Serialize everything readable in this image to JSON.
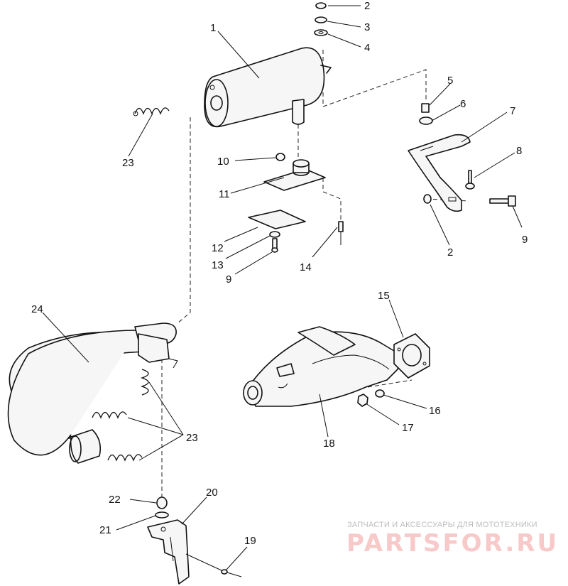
{
  "diagram": {
    "callouts": {
      "c1": "1",
      "c2a": "2",
      "c3": "3",
      "c4": "4",
      "c5": "5",
      "c6": "6",
      "c7": "7",
      "c8": "8",
      "c9a": "9",
      "c2b": "2",
      "c10": "10",
      "c11": "11",
      "c12": "12",
      "c13": "13",
      "c9b": "9",
      "c14": "14",
      "c23a": "23",
      "c24": "24",
      "c15": "15",
      "c16": "16",
      "c17": "17",
      "c18": "18",
      "c23b": "23",
      "c22": "22",
      "c20": "20",
      "c21": "21",
      "c19": "19"
    }
  },
  "watermark": {
    "subtitle": "ЗАПЧАСТИ И АКСЕССУАРЫ ДЛЯ МОТОТЕХНИКИ",
    "brand": "PARTSFOR.RU"
  }
}
